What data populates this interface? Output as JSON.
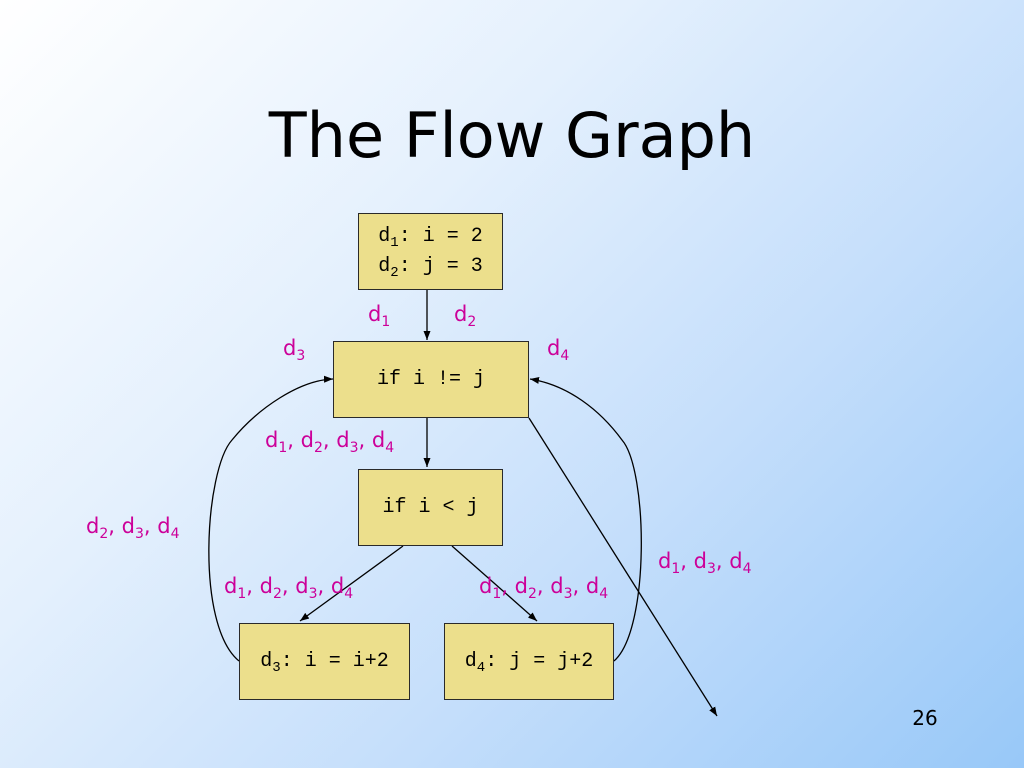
{
  "slide": {
    "title": "The Flow Graph",
    "page_number": "26"
  },
  "nodes": {
    "entry": {
      "line1": {
        "var": "d",
        "sub": "1",
        "text": ": i = 2"
      },
      "line2": {
        "var": "d",
        "sub": "2",
        "text": ": j = 3"
      }
    },
    "cond1": {
      "text": "if i != j"
    },
    "cond2": {
      "text": "if i < j"
    },
    "left": {
      "var": "d",
      "sub": "3",
      "text": ": i = i+2"
    },
    "right": {
      "var": "d",
      "sub": "4",
      "text": ": j = j+2"
    }
  },
  "edge_labels": {
    "entry_out_d1": [
      "1"
    ],
    "entry_out_d2": [
      "2"
    ],
    "cond1_in_left": [
      "3"
    ],
    "cond1_in_right": [
      "4"
    ],
    "cond1_to_cond2": [
      "1",
      "2",
      "3",
      "4"
    ],
    "left_back_edge": [
      "2",
      "3",
      "4"
    ],
    "cond2_to_left": [
      "1",
      "2",
      "3",
      "4"
    ],
    "cond2_to_right": [
      "1",
      "2",
      "3",
      "4"
    ],
    "cond1_exit": [
      "1",
      "3",
      "4"
    ]
  },
  "colors": {
    "node_fill": "#ecdf8c",
    "label_color": "#cc0099",
    "edge_color": "#000000"
  }
}
